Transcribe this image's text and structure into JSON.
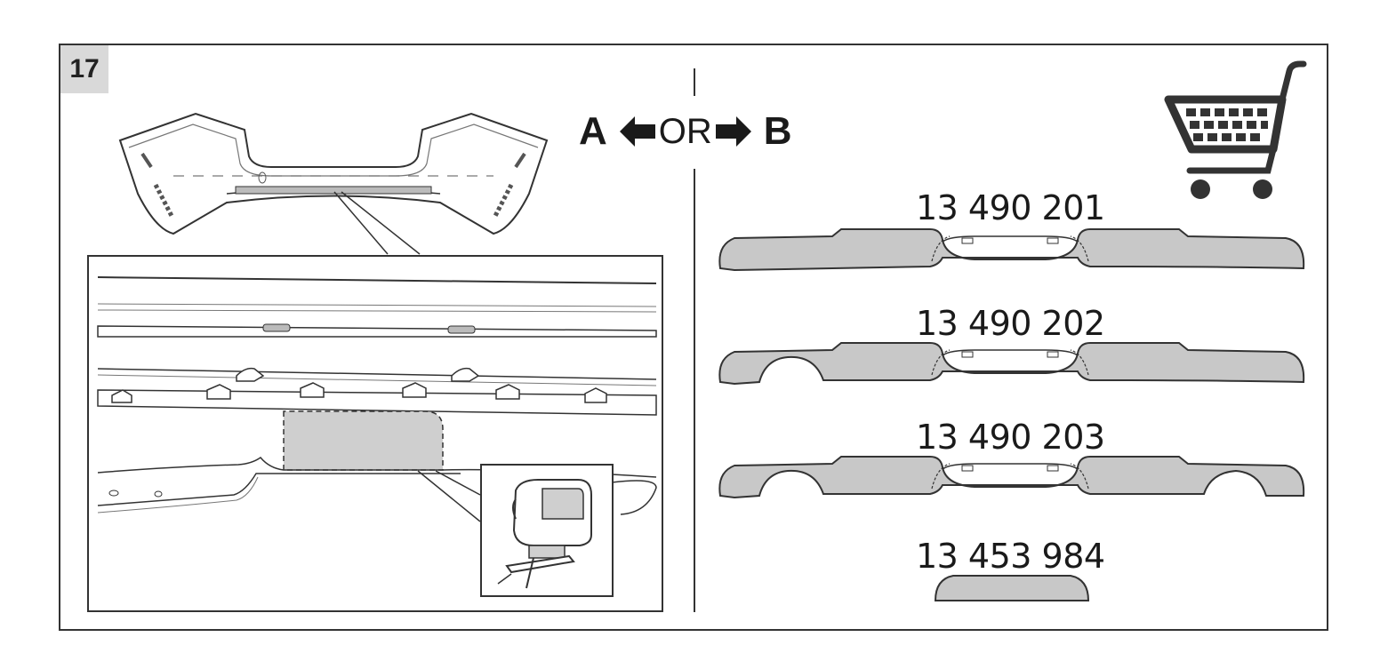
{
  "step": {
    "number": "17"
  },
  "option": {
    "left_letter": "A",
    "or_label": "OR",
    "right_letter": "B"
  },
  "icons": {
    "cart": "shopping-cart-icon",
    "jigsaw": "jigsaw-icon",
    "arrow_left": "arrow-left-icon",
    "arrow_right": "arrow-right-icon"
  },
  "parts": [
    {
      "part_number": "13 490 201"
    },
    {
      "part_number": "13 490 202"
    },
    {
      "part_number": "13 490 203"
    },
    {
      "part_number": "13 453 984"
    }
  ],
  "colors": {
    "line": "#333333",
    "part_fill": "#c8c8c8",
    "cut_area": "#cfcfcf",
    "badge": "#d9d9d9"
  }
}
